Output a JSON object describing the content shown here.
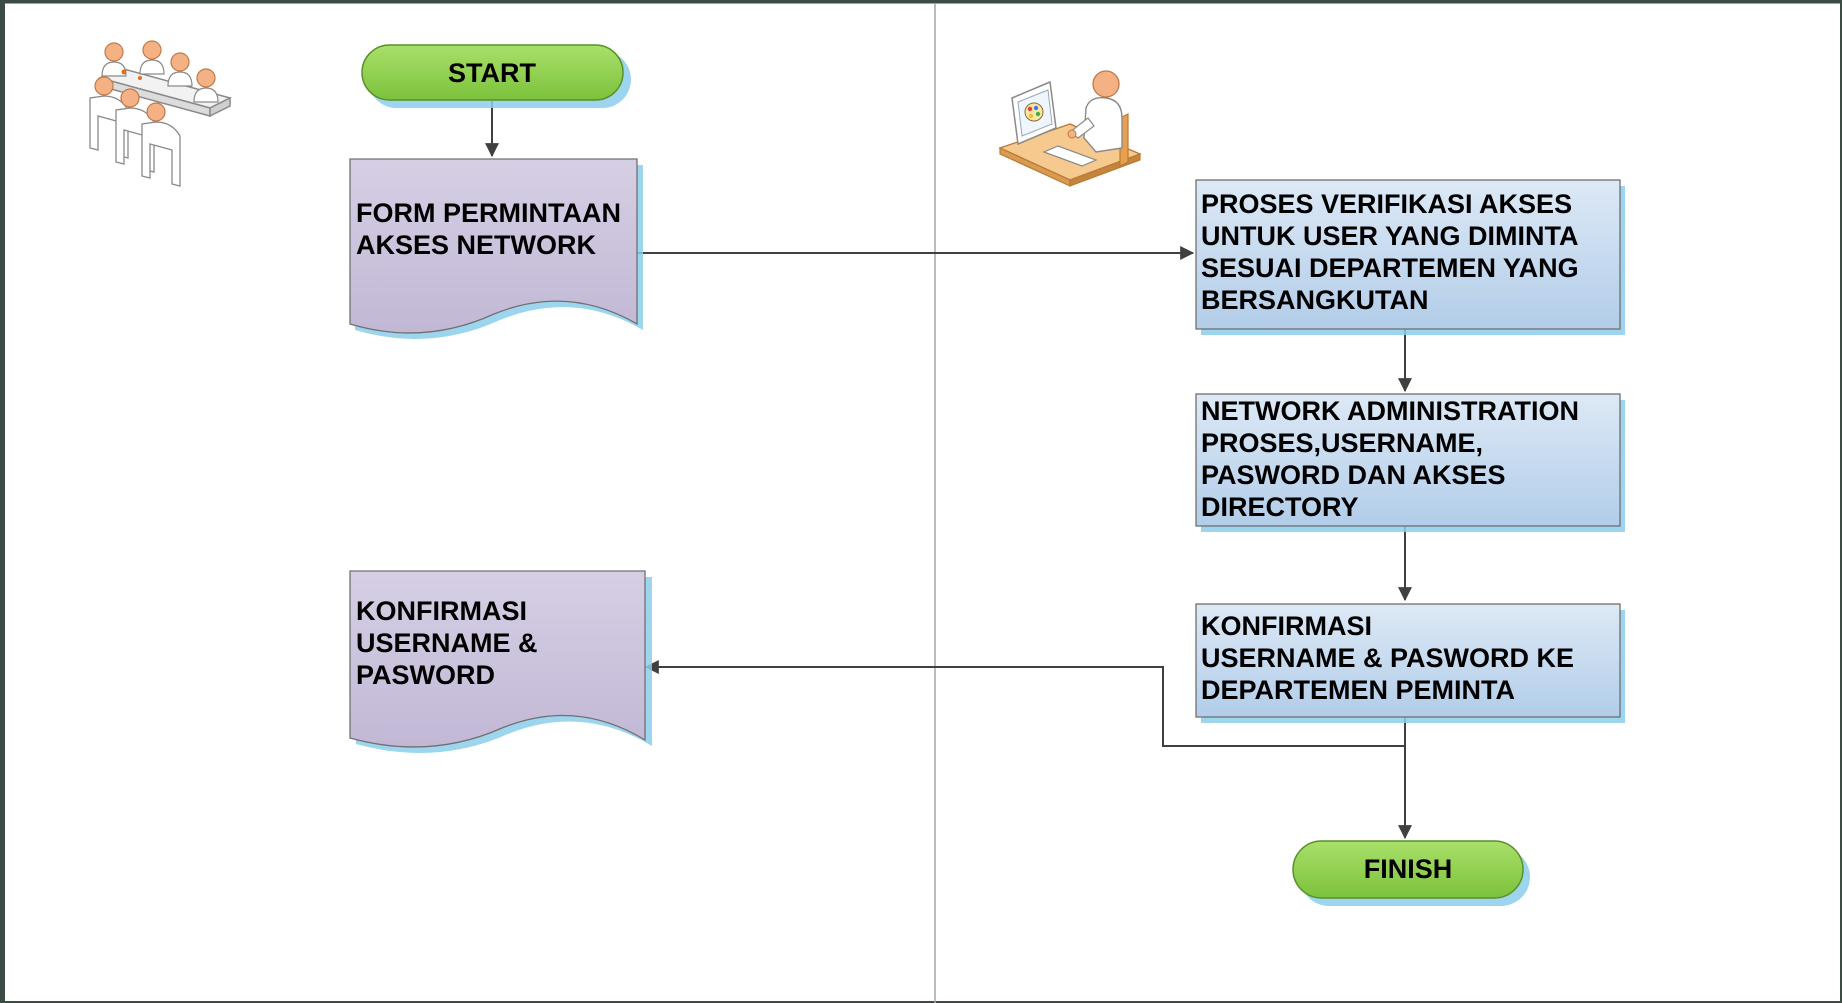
{
  "diagram": {
    "start_label": "START",
    "finish_label": "FINISH",
    "left_lane": {
      "icon": "meeting-group-icon",
      "form_request": {
        "lines": [
          "FORM PERMINTAAN",
          "AKSES NETWORK"
        ]
      },
      "confirmation_doc": {
        "lines": [
          "KONFIRMASI",
          "USERNAME &",
          "PASWORD"
        ]
      }
    },
    "right_lane": {
      "icon": "computer-user-icon",
      "verify_process": {
        "lines": [
          "PROSES VERIFIKASI AKSES",
          "UNTUK USER YANG DIMINTA",
          "SESUAI DEPARTEMEN YANG",
          "BERSANGKUTAN"
        ]
      },
      "admin_process": {
        "lines": [
          "NETWORK ADMINISTRATION",
          "PROSES,USERNAME,",
          "PASWORD DAN AKSES",
          "DIRECTORY"
        ]
      },
      "confirm_process": {
        "lines": [
          "KONFIRMASI",
          "USERNAME & PASWORD KE",
          "DEPARTEMEN PEMINTA"
        ]
      }
    },
    "colors": {
      "terminal_fill": "#8fd14f",
      "document_fill": "#ccc3dc",
      "process_fill": "#c5daef",
      "shadow": "#8ccdeb",
      "connector": "#404040",
      "lane_divider": "#a6a6a6",
      "frame": "#3c4c44"
    }
  }
}
